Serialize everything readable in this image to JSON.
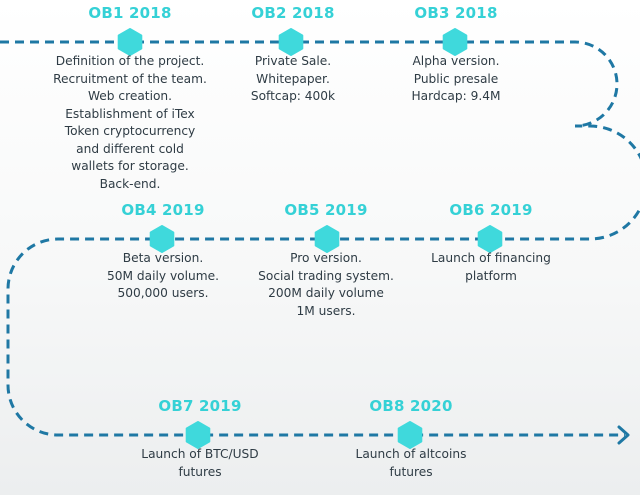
{
  "colors": {
    "path": "#1f78a4",
    "node": "#3fd9dc",
    "title": "#35d1d6",
    "text": "#2f3c45"
  },
  "icons": {
    "end_arrow": "chevron-right-icon",
    "node": "hexagon-icon"
  },
  "milestones": [
    {
      "title": "OB1 2018",
      "lines": [
        "Definition of the project.",
        "Recruitment of the team.",
        "Web creation.",
        "Establishment of iTex",
        "Token cryptocurrency",
        "and different cold",
        "wallets for storage.",
        "Back-end."
      ]
    },
    {
      "title": "OB2 2018",
      "lines": [
        "Private Sale.",
        "Whitepaper.",
        "Softcap: 400k"
      ]
    },
    {
      "title": "OB3 2018",
      "lines": [
        "Alpha version.",
        "Public presale",
        "Hardcap: 9.4M"
      ]
    },
    {
      "title": "OB4 2019",
      "lines": [
        "Beta version.",
        "50M daily volume.",
        "500,000 users."
      ]
    },
    {
      "title": "OB5 2019",
      "lines": [
        "Pro version.",
        "Social trading system.",
        "200M daily volume",
        "1M users."
      ]
    },
    {
      "title": "OB6 2019",
      "lines": [
        "Launch of financing",
        "platform"
      ]
    },
    {
      "title": "OB7 2019",
      "lines": [
        "Launch of BTC/USD",
        "futures"
      ]
    },
    {
      "title": "OB8 2020",
      "lines": [
        "Launch of altcoins",
        "futures"
      ]
    }
  ]
}
